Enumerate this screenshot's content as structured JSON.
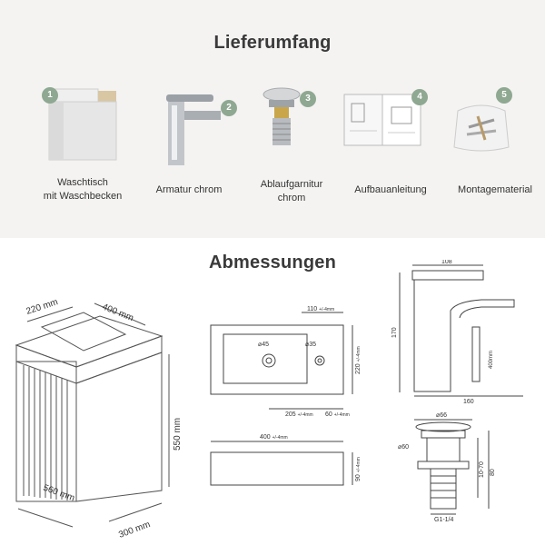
{
  "scope": {
    "title": "Lieferumfang",
    "items": [
      {
        "n": "1",
        "line1": "Waschtisch",
        "line2": "mit Waschbecken"
      },
      {
        "n": "2",
        "line1": "Armatur chrom",
        "line2": ""
      },
      {
        "n": "3",
        "line1": "Ablaufgarnitur",
        "line2": "chrom"
      },
      {
        "n": "4",
        "line1": "Aufbauanleitung",
        "line2": ""
      },
      {
        "n": "5",
        "line1": "Montagematerial",
        "line2": ""
      }
    ],
    "badge_color": "#8fa892"
  },
  "dims": {
    "title": "Abmessungen",
    "cabinet": {
      "depth_top": "220 mm",
      "width_top": "400 mm",
      "height": "550 mm",
      "width": "560 mm",
      "depth": "300 mm"
    },
    "basin_top": {
      "d110": "110",
      "d110_tol": "+/-4mm",
      "hole1": "⌀45",
      "hole2": "⌀35",
      "d220": "220",
      "d220_tol": "+/-4mm",
      "d205": "205",
      "d205_tol": "+/-4mm",
      "d60": "60",
      "d60_tol": "+/-4mm"
    },
    "basin_front": {
      "d400": "400",
      "d400_tol": "+/-4mm",
      "d90": "90",
      "d90_tol": "+/-4mm"
    },
    "faucet": {
      "top": "108",
      "height": "170",
      "hose": "400mm",
      "base": "160"
    },
    "drain": {
      "cap": "⌀66",
      "neck": "⌀60",
      "adjust": "10-70",
      "total": "80",
      "thread": "G1-1/4"
    }
  }
}
